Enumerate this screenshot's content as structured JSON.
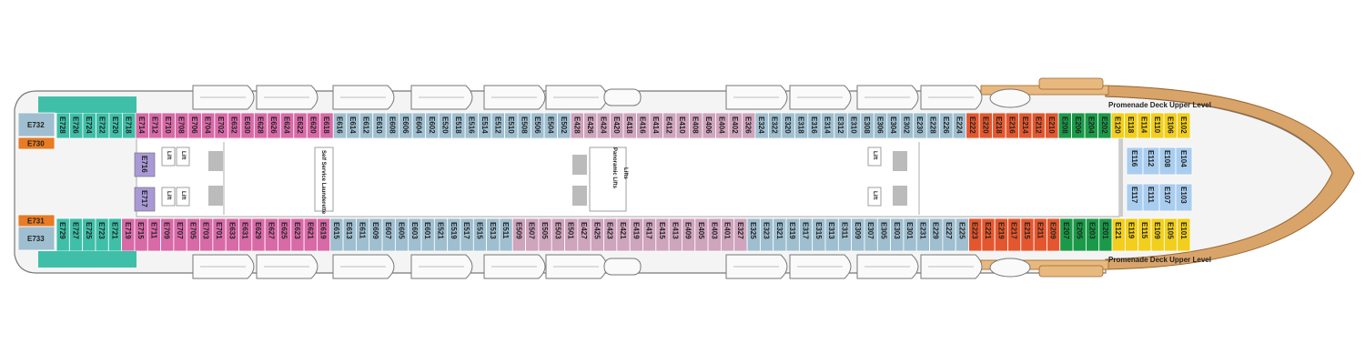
{
  "deck": {
    "promenade_label_top": "Promenade Deck Upper Level",
    "promenade_label_bottom": "Promenade Deck Upper Level",
    "elevator_label_mid": "Panoramic Lifts",
    "self_service_label": "Self Service Launderette",
    "lift_label": "Lift",
    "lifts_label": "Lifts"
  },
  "colors": {
    "teal": "#3fbfa8",
    "pink": "#d86aa8",
    "blue": "#9fbfd0",
    "mauve": "#cfa4bd",
    "red": "#e4572e",
    "green": "#1a9a48",
    "yellow": "#f2cf1d",
    "lightblue": "#a9cdef",
    "purple": "#a99ad6",
    "orange": "#e87b24",
    "hull": "#d9a46a",
    "hull_dark": "#b7793c"
  },
  "top_cabins": [
    {
      "label": "E728",
      "color": "teal"
    },
    {
      "label": "E726",
      "color": "teal"
    },
    {
      "label": "E724",
      "color": "teal"
    },
    {
      "label": "E722",
      "color": "teal"
    },
    {
      "label": "E720",
      "color": "teal"
    },
    {
      "label": "E718",
      "color": "teal"
    },
    {
      "label": "E714",
      "color": "pink"
    },
    {
      "label": "E712",
      "color": "pink"
    },
    {
      "label": "E710",
      "color": "pink"
    },
    {
      "label": "E708",
      "color": "pink"
    },
    {
      "label": "E706",
      "color": "pink"
    },
    {
      "label": "E704",
      "color": "pink"
    },
    {
      "label": "E702",
      "color": "pink"
    },
    {
      "label": "E632",
      "color": "pink"
    },
    {
      "label": "E630",
      "color": "pink"
    },
    {
      "label": "E628",
      "color": "pink"
    },
    {
      "label": "E626",
      "color": "pink"
    },
    {
      "label": "E624",
      "color": "pink"
    },
    {
      "label": "E622",
      "color": "pink"
    },
    {
      "label": "E620",
      "color": "pink"
    },
    {
      "label": "E618",
      "color": "pink"
    },
    {
      "label": "E616",
      "color": "blue"
    },
    {
      "label": "E614",
      "color": "blue"
    },
    {
      "label": "E612",
      "color": "blue"
    },
    {
      "label": "E610",
      "color": "blue"
    },
    {
      "label": "E608",
      "color": "blue"
    },
    {
      "label": "E606",
      "color": "blue"
    },
    {
      "label": "E604",
      "color": "blue"
    },
    {
      "label": "E602",
      "color": "blue"
    },
    {
      "label": "E520",
      "color": "blue"
    },
    {
      "label": "E518",
      "color": "blue"
    },
    {
      "label": "E516",
      "color": "blue"
    },
    {
      "label": "E514",
      "color": "blue"
    },
    {
      "label": "E512",
      "color": "blue"
    },
    {
      "label": "E510",
      "color": "blue"
    },
    {
      "label": "E508",
      "color": "blue"
    },
    {
      "label": "E506",
      "color": "blue"
    },
    {
      "label": "E504",
      "color": "blue"
    },
    {
      "label": "E502",
      "color": "blue"
    },
    {
      "label": "E428",
      "color": "mauve"
    },
    {
      "label": "E426",
      "color": "mauve"
    },
    {
      "label": "E424",
      "color": "mauve"
    },
    {
      "label": "E420",
      "color": "mauve"
    },
    {
      "label": "E418",
      "color": "mauve"
    },
    {
      "label": "E416",
      "color": "mauve"
    },
    {
      "label": "E414",
      "color": "mauve"
    },
    {
      "label": "E412",
      "color": "mauve"
    },
    {
      "label": "E410",
      "color": "mauve"
    },
    {
      "label": "E408",
      "color": "mauve"
    },
    {
      "label": "E406",
      "color": "mauve"
    },
    {
      "label": "E404",
      "color": "mauve"
    },
    {
      "label": "E402",
      "color": "mauve"
    },
    {
      "label": "E326",
      "color": "mauve"
    },
    {
      "label": "E324",
      "color": "blue"
    },
    {
      "label": "E322",
      "color": "blue"
    },
    {
      "label": "E320",
      "color": "blue"
    },
    {
      "label": "E318",
      "color": "blue"
    },
    {
      "label": "E316",
      "color": "blue"
    },
    {
      "label": "E314",
      "color": "blue"
    },
    {
      "label": "E312",
      "color": "blue"
    },
    {
      "label": "E310",
      "color": "blue"
    },
    {
      "label": "E308",
      "color": "blue"
    },
    {
      "label": "E306",
      "color": "blue"
    },
    {
      "label": "E304",
      "color": "blue"
    },
    {
      "label": "E302",
      "color": "blue"
    },
    {
      "label": "E230",
      "color": "blue"
    },
    {
      "label": "E228",
      "color": "blue"
    },
    {
      "label": "E226",
      "color": "blue"
    },
    {
      "label": "E224",
      "color": "blue"
    },
    {
      "label": "E222",
      "color": "red"
    },
    {
      "label": "E220",
      "color": "red"
    },
    {
      "label": "E218",
      "color": "red"
    },
    {
      "label": "E216",
      "color": "red"
    },
    {
      "label": "E214",
      "color": "red"
    },
    {
      "label": "E212",
      "color": "red"
    },
    {
      "label": "E210",
      "color": "red"
    },
    {
      "label": "E208",
      "color": "green"
    },
    {
      "label": "E206",
      "color": "green"
    },
    {
      "label": "E204",
      "color": "green"
    },
    {
      "label": "E202",
      "color": "green"
    },
    {
      "label": "E120",
      "color": "yellow"
    },
    {
      "label": "E118",
      "color": "yellow"
    },
    {
      "label": "E114",
      "color": "yellow"
    },
    {
      "label": "E110",
      "color": "yellow"
    },
    {
      "label": "E106",
      "color": "yellow"
    },
    {
      "label": "E102",
      "color": "yellow"
    }
  ],
  "bottom_cabins": [
    {
      "label": "E729",
      "color": "teal"
    },
    {
      "label": "E727",
      "color": "teal"
    },
    {
      "label": "E725",
      "color": "teal"
    },
    {
      "label": "E723",
      "color": "teal"
    },
    {
      "label": "E721",
      "color": "teal"
    },
    {
      "label": "E719",
      "color": "pink"
    },
    {
      "label": "E715",
      "color": "pink"
    },
    {
      "label": "E711",
      "color": "pink"
    },
    {
      "label": "E709",
      "color": "pink"
    },
    {
      "label": "E707",
      "color": "pink"
    },
    {
      "label": "E705",
      "color": "pink"
    },
    {
      "label": "E703",
      "color": "pink"
    },
    {
      "label": "E701",
      "color": "pink"
    },
    {
      "label": "E633",
      "color": "pink"
    },
    {
      "label": "E631",
      "color": "pink"
    },
    {
      "label": "E629",
      "color": "pink"
    },
    {
      "label": "E627",
      "color": "pink"
    },
    {
      "label": "E625",
      "color": "pink"
    },
    {
      "label": "E623",
      "color": "pink"
    },
    {
      "label": "E621",
      "color": "pink"
    },
    {
      "label": "E619",
      "color": "pink"
    },
    {
      "label": "E615",
      "color": "blue"
    },
    {
      "label": "E613",
      "color": "blue"
    },
    {
      "label": "E611",
      "color": "blue"
    },
    {
      "label": "E609",
      "color": "blue"
    },
    {
      "label": "E607",
      "color": "blue"
    },
    {
      "label": "E605",
      "color": "blue"
    },
    {
      "label": "E603",
      "color": "blue"
    },
    {
      "label": "E601",
      "color": "blue"
    },
    {
      "label": "E521",
      "color": "blue"
    },
    {
      "label": "E519",
      "color": "blue"
    },
    {
      "label": "E517",
      "color": "blue"
    },
    {
      "label": "E515",
      "color": "blue"
    },
    {
      "label": "E513",
      "color": "blue"
    },
    {
      "label": "E511",
      "color": "blue"
    },
    {
      "label": "E509",
      "color": "mauve"
    },
    {
      "label": "E507",
      "color": "mauve"
    },
    {
      "label": "E505",
      "color": "mauve"
    },
    {
      "label": "E503",
      "color": "mauve"
    },
    {
      "label": "E501",
      "color": "mauve"
    },
    {
      "label": "E427",
      "color": "mauve"
    },
    {
      "label": "E425",
      "color": "mauve"
    },
    {
      "label": "E423",
      "color": "mauve"
    },
    {
      "label": "E421",
      "color": "mauve"
    },
    {
      "label": "E419",
      "color": "mauve"
    },
    {
      "label": "E417",
      "color": "mauve"
    },
    {
      "label": "E415",
      "color": "mauve"
    },
    {
      "label": "E413",
      "color": "mauve"
    },
    {
      "label": "E409",
      "color": "mauve"
    },
    {
      "label": "E405",
      "color": "mauve"
    },
    {
      "label": "E403",
      "color": "mauve"
    },
    {
      "label": "E401",
      "color": "mauve"
    },
    {
      "label": "E327",
      "color": "mauve"
    },
    {
      "label": "E325",
      "color": "blue"
    },
    {
      "label": "E323",
      "color": "blue"
    },
    {
      "label": "E321",
      "color": "blue"
    },
    {
      "label": "E319",
      "color": "blue"
    },
    {
      "label": "E317",
      "color": "blue"
    },
    {
      "label": "E315",
      "color": "blue"
    },
    {
      "label": "E313",
      "color": "blue"
    },
    {
      "label": "E311",
      "color": "blue"
    },
    {
      "label": "E309",
      "color": "blue"
    },
    {
      "label": "E307",
      "color": "blue"
    },
    {
      "label": "E305",
      "color": "blue"
    },
    {
      "label": "E303",
      "color": "blue"
    },
    {
      "label": "E301",
      "color": "blue"
    },
    {
      "label": "E231",
      "color": "blue"
    },
    {
      "label": "E229",
      "color": "blue"
    },
    {
      "label": "E227",
      "color": "blue"
    },
    {
      "label": "E225",
      "color": "blue"
    },
    {
      "label": "E223",
      "color": "red"
    },
    {
      "label": "E221",
      "color": "red"
    },
    {
      "label": "E219",
      "color": "red"
    },
    {
      "label": "E217",
      "color": "red"
    },
    {
      "label": "E215",
      "color": "red"
    },
    {
      "label": "E211",
      "color": "red"
    },
    {
      "label": "E209",
      "color": "red"
    },
    {
      "label": "E207",
      "color": "green"
    },
    {
      "label": "E205",
      "color": "green"
    },
    {
      "label": "E203",
      "color": "green"
    },
    {
      "label": "E201",
      "color": "green"
    },
    {
      "label": "E121",
      "color": "yellow"
    },
    {
      "label": "E119",
      "color": "yellow"
    },
    {
      "label": "E115",
      "color": "yellow"
    },
    {
      "label": "E109",
      "color": "yellow"
    },
    {
      "label": "E105",
      "color": "yellow"
    },
    {
      "label": "E101",
      "color": "yellow"
    }
  ],
  "inner_top_cabins": [
    {
      "label": "E116",
      "color": "lightblue"
    },
    {
      "label": "E112",
      "color": "lightblue"
    },
    {
      "label": "E108",
      "color": "lightblue"
    },
    {
      "label": "E104",
      "color": "lightblue"
    }
  ],
  "inner_bottom_cabins": [
    {
      "label": "E117",
      "color": "lightblue"
    },
    {
      "label": "E111",
      "color": "lightblue"
    },
    {
      "label": "E107",
      "color": "lightblue"
    },
    {
      "label": "E103",
      "color": "lightblue"
    }
  ],
  "aft_cabins": [
    {
      "label": "E732",
      "color": "blue"
    },
    {
      "label": "E730",
      "color": "orange"
    },
    {
      "label": "E731",
      "color": "orange"
    },
    {
      "label": "E733",
      "color": "blue"
    }
  ],
  "accessible_cabins": [
    {
      "label": "E716",
      "color": "purple"
    },
    {
      "label": "E717",
      "color": "purple"
    }
  ]
}
